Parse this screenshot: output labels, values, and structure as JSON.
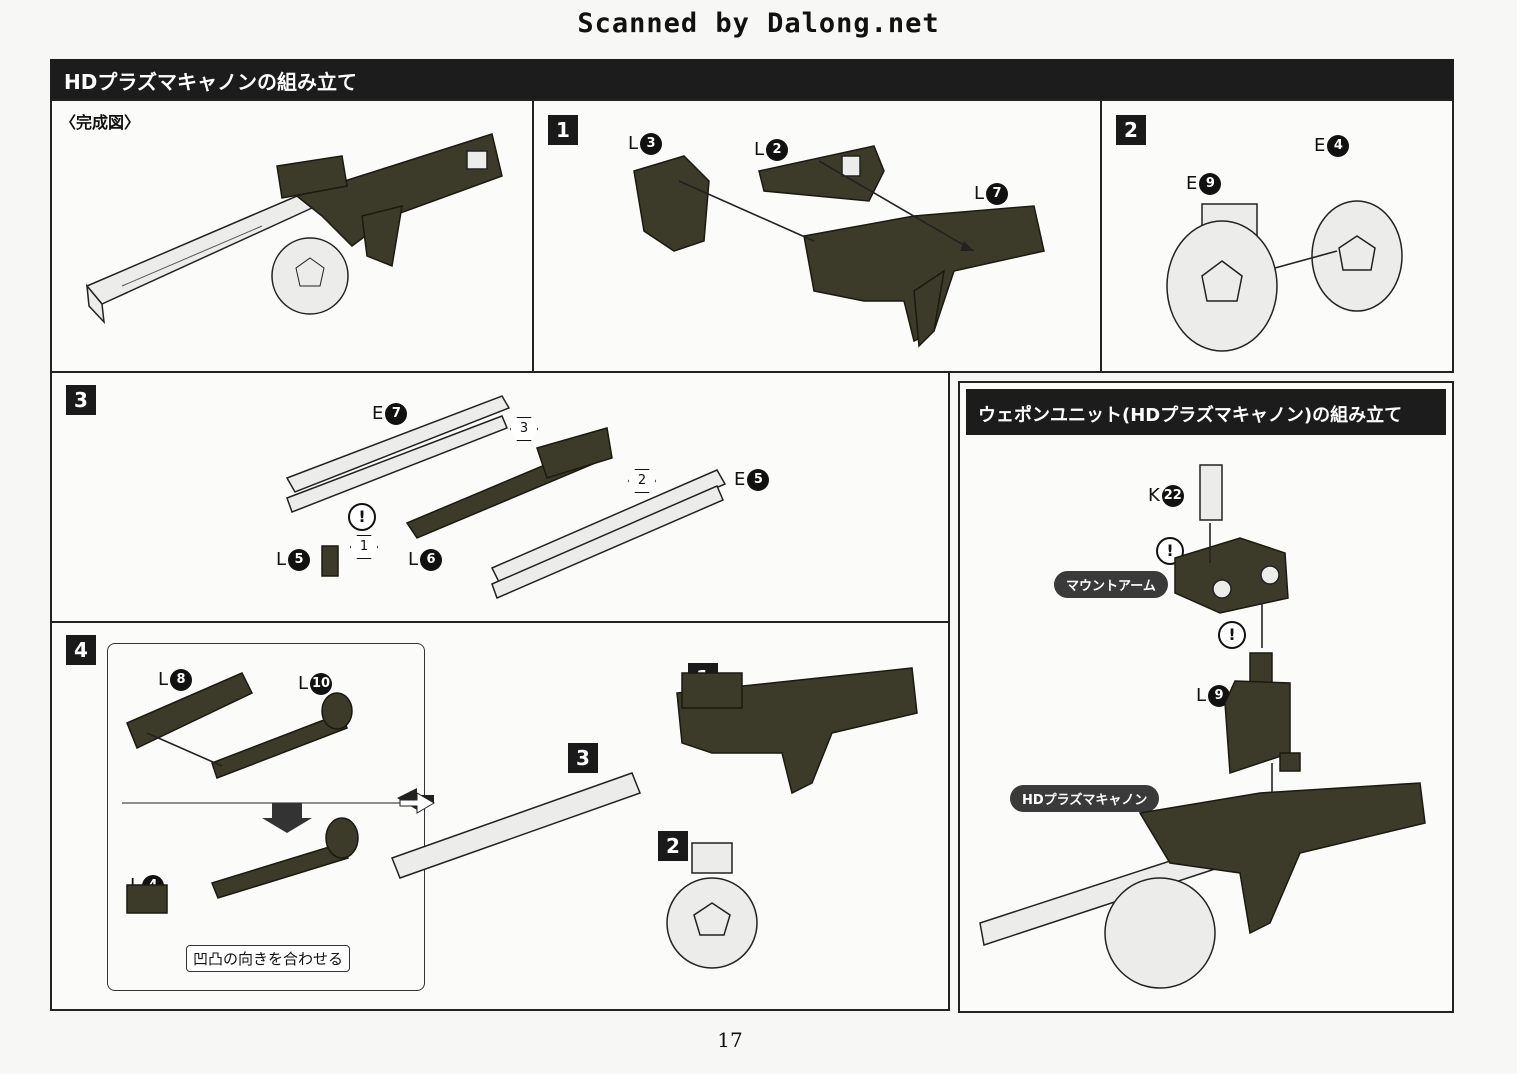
{
  "watermark": "Scanned by Dalong.net",
  "header": {
    "title": "HDプラズマキャノンの組み立て"
  },
  "completed": {
    "label": "〈完成図〉"
  },
  "step1": {
    "num": "1",
    "parts": [
      {
        "letter": "L",
        "num": "3"
      },
      {
        "letter": "L",
        "num": "2"
      },
      {
        "letter": "L",
        "num": "7"
      }
    ]
  },
  "step2": {
    "num": "2",
    "parts": [
      {
        "letter": "E",
        "num": "4"
      },
      {
        "letter": "E",
        "num": "9"
      }
    ]
  },
  "step3": {
    "num": "3",
    "parts": [
      {
        "letter": "E",
        "num": "7"
      },
      {
        "letter": "E",
        "num": "5"
      },
      {
        "letter": "L",
        "num": "5"
      },
      {
        "letter": "L",
        "num": "6"
      }
    ],
    "order": [
      "1",
      "2",
      "3"
    ],
    "caution": "!"
  },
  "step4": {
    "num": "4",
    "parts": [
      {
        "letter": "L",
        "num": "8"
      },
      {
        "letter": "L",
        "num": "10"
      },
      {
        "letter": "L",
        "num": "4"
      }
    ],
    "note": "凹凸の向きを合わせる",
    "sub_refs": [
      "1",
      "3",
      "2"
    ]
  },
  "weapon_unit": {
    "title": "ウェポンユニット(HDプラズマキャノン)の組み立て",
    "parts": [
      {
        "letter": "K",
        "num": "22"
      },
      {
        "letter": "L",
        "num": "9"
      }
    ],
    "mount_arm": "マウントアーム",
    "cannon": "HDプラズマキャノン",
    "caution": "!"
  },
  "page_number": "17"
}
